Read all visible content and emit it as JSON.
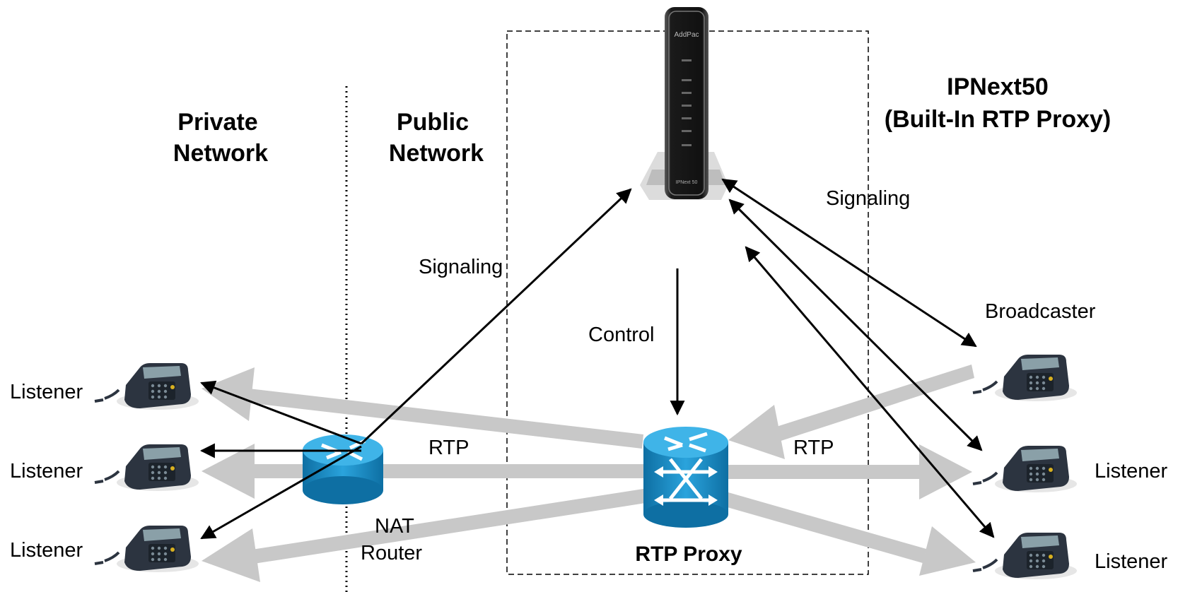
{
  "zones": {
    "private_network": [
      "Private",
      "Network"
    ],
    "public_network": [
      "Public",
      "Network"
    ]
  },
  "ipnext": {
    "title_line1": "IPNext50",
    "title_line2": "(Built-In RTP Proxy)",
    "device_brand": "AddPac",
    "device_model": "IPNext 50"
  },
  "labels": {
    "signaling_left": "Signaling",
    "signaling_right": "Signaling",
    "control": "Control",
    "rtp_left": "RTP",
    "rtp_right": "RTP",
    "nat_router": [
      "NAT",
      "Router"
    ],
    "rtp_proxy": "RTP Proxy",
    "broadcaster": "Broadcaster"
  },
  "phones": {
    "left": [
      "Listener",
      "Listener",
      "Listener"
    ],
    "right": [
      "Listener",
      "Listener"
    ]
  },
  "colors": {
    "rtp_flow": "#c8c8c8",
    "signaling": "#000000",
    "router_blue": "#1a8fc8",
    "phone_body": "#2c3440"
  }
}
